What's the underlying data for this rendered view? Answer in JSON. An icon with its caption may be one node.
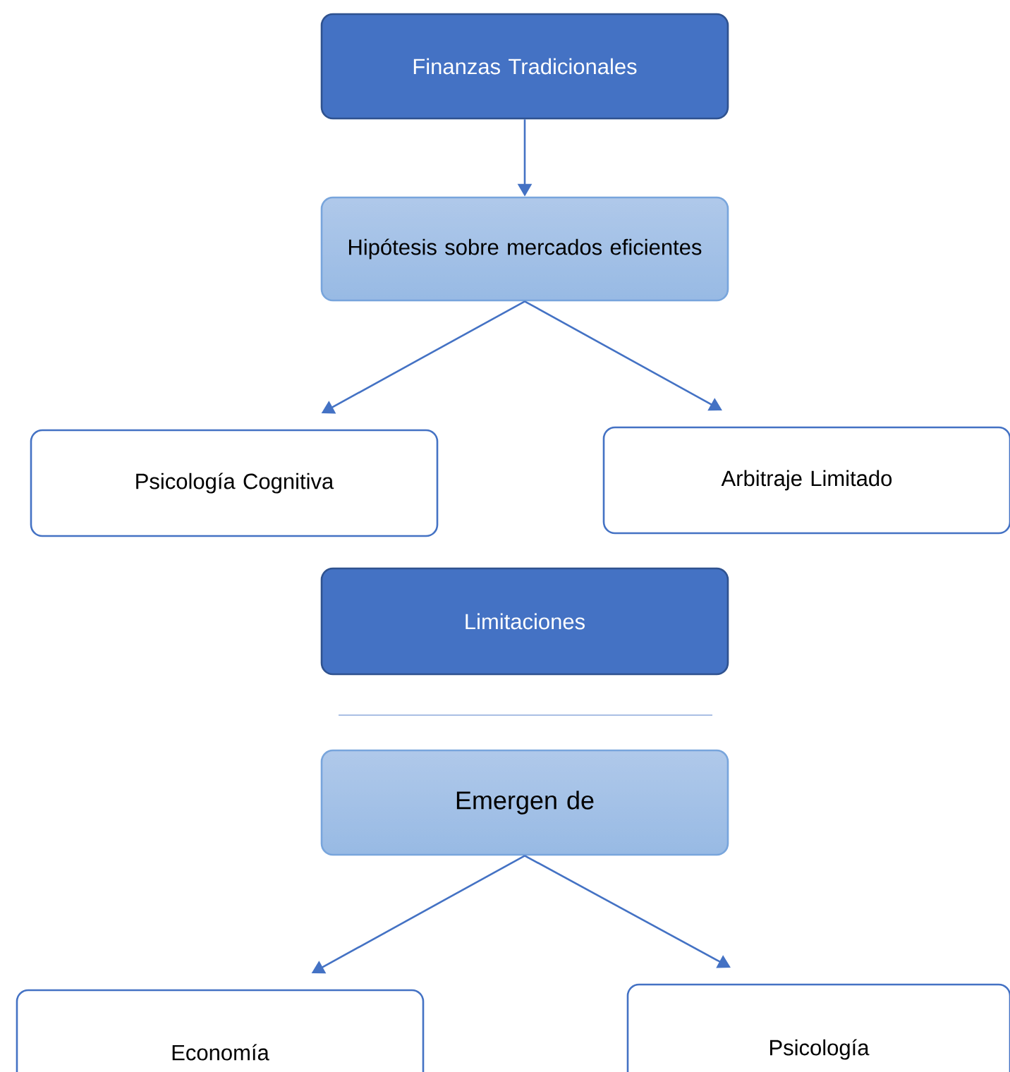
{
  "diagram": {
    "nodes": [
      {
        "text": [
          "Finanzas Tradicionales"
        ]
      },
      {
        "text": [
          "Hipótesis sobre mercados eficientes"
        ]
      },
      {
        "text": [
          "Psicología Cognitiva"
        ]
      },
      {
        "text": [
          "Arbitraje Limitado"
        ]
      },
      {
        "text": [
          "Limitaciones"
        ]
      },
      {
        "text": [
          "Emergen de"
        ]
      },
      {
        "text": [
          "Economía"
        ]
      },
      {
        "text": [
          "Psicología"
        ]
      }
    ],
    "edges": [
      {
        "from": 0,
        "to": 1,
        "arrow": "to"
      },
      {
        "from": 1,
        "to": 2,
        "arrow": "to"
      },
      {
        "from": 1,
        "to": 3,
        "arrow": "to"
      },
      {
        "from": 5,
        "to": 6,
        "arrow": "to"
      },
      {
        "from": 5,
        "to": 7,
        "arrow": "to"
      }
    ]
  }
}
